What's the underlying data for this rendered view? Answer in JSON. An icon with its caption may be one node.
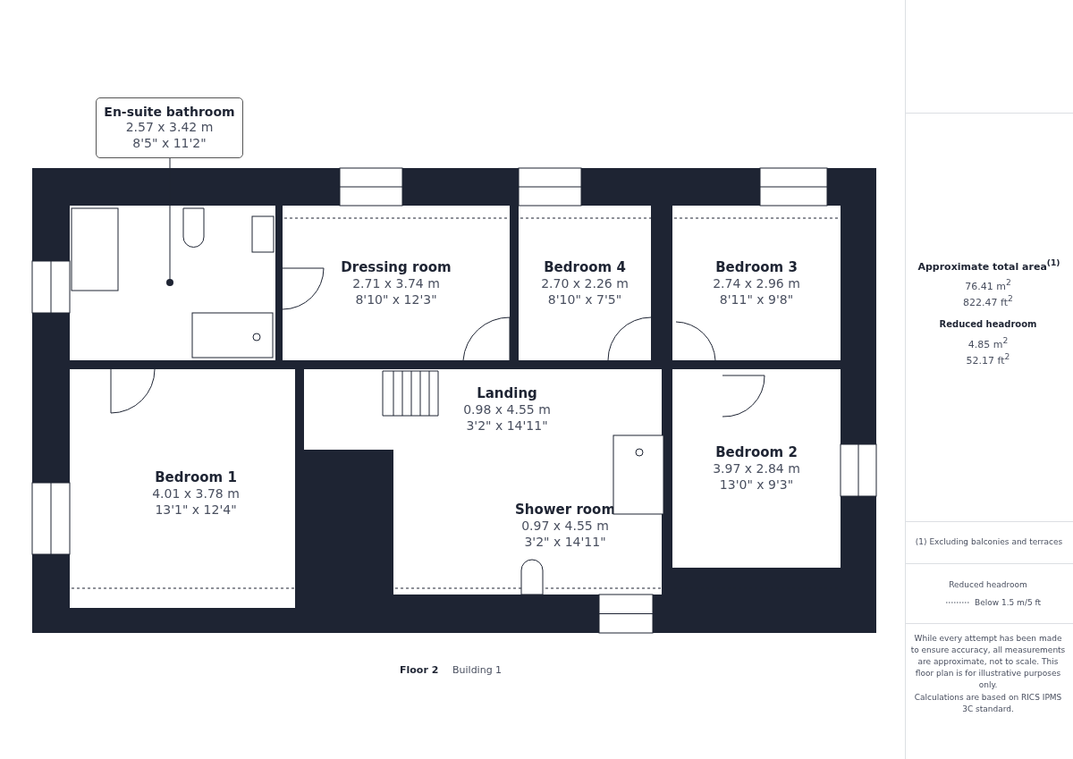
{
  "diagram": {
    "nodes": [
      {
        "text": [
          "En-suite bathroom",
          "2.57 x 3.42 m",
          "8'5\" x 11'2\""
        ]
      },
      {
        "text": [],
        "shape": "box"
      },
      {
        "text": [
          "Dressing room",
          "2.71 x 3.74 m",
          "8'10\" x 12'3\""
        ]
      },
      {
        "text": [
          "Bedroom 4",
          "2.70 x 2.26 m",
          "8'10\" x 7'5\""
        ]
      },
      {
        "text": [
          "Bedroom 3",
          "2.74 x 2.96 m",
          "8'11\" x 9'8\""
        ]
      },
      {
        "text": [
          "Bedroom 1",
          "4.01 x 3.78 m",
          "13'1\" x 12'4\""
        ]
      },
      {
        "text": [
          "Landing",
          "0.98 x 4.55 m",
          "3'2\" x 14'11\""
        ]
      },
      {
        "text": [
          "Shower room",
          "0.97 x 4.55 m",
          "3'2\" x 14'11\""
        ]
      },
      {
        "text": [
          "Bedroom 2",
          "3.97 x 2.84 m",
          "13'0\" x 9'3\""
        ]
      }
    ],
    "edges": [
      {
        "from": 0,
        "to": 1,
        "arrow": "other"
      }
    ],
    "labels": [
      "Approximate total area$^{(1)}$",
      "76.41 m$^{2}$",
      "822.47 ft$^{2}$",
      "Reduced headroom",
      "4.85 m$^{2}$",
      "52.17 ft$^{2}$",
      "(1) Excluding balconies and terraces",
      "Reduced headroom",
      "While every attempt has been made to ensure accuracy, all measurements are approximate, not to scale. This floor plan is for illustrative purposes only.",
      "Calculations are based on RICS IPMS 3C standard.",
      "Floor 2",
      "Building 1"
    ],
    "legend": [
      {
        "text": "Below 1.5 m/5 ft"
      }
    ]
  }
}
